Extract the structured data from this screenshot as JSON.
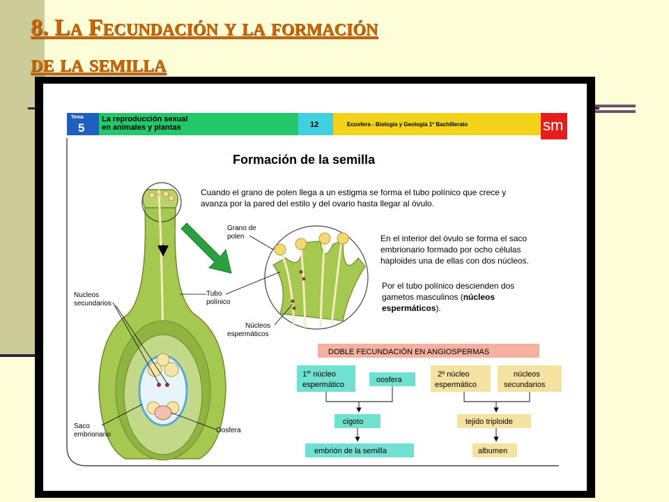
{
  "slide": {
    "title_line1": "8. La Fecundación y la formación",
    "title_line2": "de la semilla"
  },
  "header": {
    "tema_label": "Tema",
    "tema_number": "5",
    "topic_line1": "La reproducción sexual",
    "topic_line2": "en animales y plantas",
    "page_number": "12",
    "book": "Ecosfera - Biología y Geología 1º Bachillerato",
    "publisher": "sm"
  },
  "figure": {
    "title": "Formación de la semilla",
    "intro_line1": "Cuando el grano de polen llega a un estigma se forma el tubo polínico que crece y",
    "intro_line2": "avanza por la pared del estilo y del ovario hasta llegar al óvulo.",
    "desc1_line1": "En el interior del óvulo se forma el saco",
    "desc1_line2": "embrionario formado por ocho células",
    "desc1_line3": "haploides una de ellas con dos núcleos.",
    "desc2_line1": "Por el tubo polínico descienden dos",
    "desc2_line2a": "gametos masculinos (",
    "desc2_line2b": "núcleos",
    "desc2_line3a": "espermáticos",
    "desc2_line3b": ")."
  },
  "labels": {
    "grano_line1": "Grano de",
    "grano_line2": "polen",
    "tubo_line1": "Tubo",
    "tubo_line2": "polínico",
    "nucleos_sec_line1": "Nucleos",
    "nucleos_sec_line2": "secundarios",
    "nucleos_esp_line1": "Núcleos",
    "nucleos_esp_line2": "espermáticos",
    "saco_line1": "Saco",
    "saco_line2": "embrionario",
    "oosfera": "Oosfera"
  },
  "diagram": {
    "heading": "DOBLE FECUNDACIÓN EN ANGIOSPERMAS",
    "box1_line1": "1",
    "box1_sup": "er",
    "box1_line1b": " núcleo",
    "box1_line2": "espermático",
    "box2": "oosfera",
    "box3": "cigoto",
    "box4": "embrión de la semilla",
    "box5_line1": "2º núcleo",
    "box5_line2": "espermático",
    "box6_line1": "núcleos",
    "box6_line2": "secundarios",
    "box7": "tejido triploide",
    "box8": "albumen"
  },
  "colors": {
    "title": "#cc6600",
    "header_blue": "#1f5fbf",
    "header_green": "#22c86a",
    "header_cyan": "#40d0e0",
    "header_yellow": "#f2d21a",
    "publisher_red": "#e41d1d",
    "box_cyan": "#70e0d0",
    "box_yellow": "#f5e2a0",
    "heading_salmon": "#f5b0a0",
    "plant_green": "#a5c850",
    "arrow_green": "#2aa040"
  }
}
